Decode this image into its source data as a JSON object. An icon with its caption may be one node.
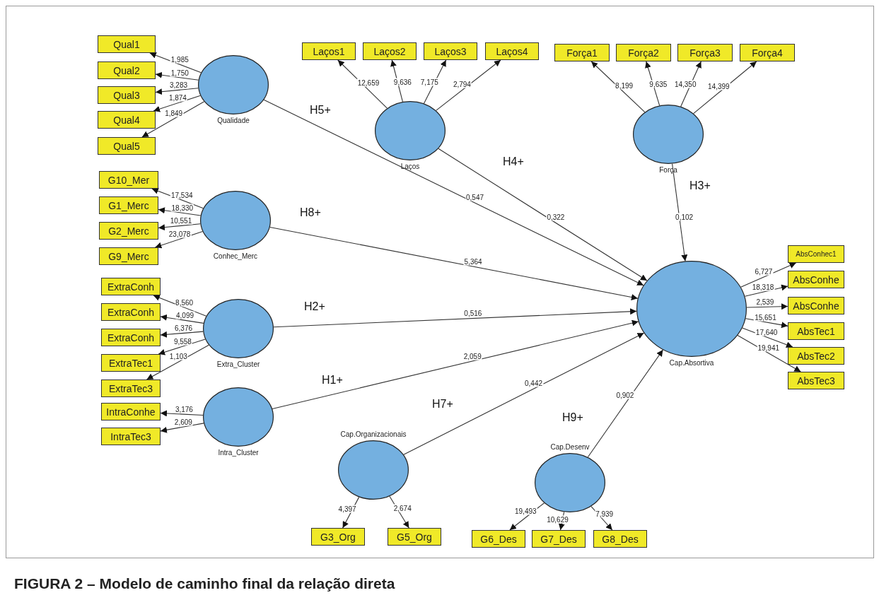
{
  "diagram": {
    "caption": "FIGURA 2 – Modelo de caminho final da relação direta",
    "nodes": [
      {
        "text": [
          "Qual1"
        ]
      },
      {
        "text": [
          "Qual2"
        ]
      },
      {
        "text": [
          "Qual3"
        ]
      },
      {
        "text": [
          "Qual4"
        ]
      },
      {
        "text": [
          "Qual5"
        ]
      },
      {
        "text": [
          "Qualidade"
        ]
      },
      {
        "text": [
          "Laços1"
        ]
      },
      {
        "text": [
          "Laços2"
        ]
      },
      {
        "text": [
          "Laços3"
        ]
      },
      {
        "text": [
          "Laços4"
        ]
      },
      {
        "text": [
          "Laços"
        ]
      },
      {
        "text": [
          "Força1"
        ]
      },
      {
        "text": [
          "Força2"
        ]
      },
      {
        "text": [
          "Força3"
        ]
      },
      {
        "text": [
          "Força4"
        ]
      },
      {
        "text": [
          "Força"
        ]
      },
      {
        "text": [
          "G10_Mer"
        ]
      },
      {
        "text": [
          "G1_Merc"
        ]
      },
      {
        "text": [
          "G2_Merc"
        ]
      },
      {
        "text": [
          "G9_Merc"
        ]
      },
      {
        "text": [
          "Conhec_Merc"
        ]
      },
      {
        "text": [
          "ExtraConh"
        ]
      },
      {
        "text": [
          "ExtraConh"
        ]
      },
      {
        "text": [
          "ExtraConh"
        ]
      },
      {
        "text": [
          "ExtraTec1"
        ]
      },
      {
        "text": [
          "ExtraTec3"
        ]
      },
      {
        "text": [
          "Extra_Cluster"
        ]
      },
      {
        "text": [
          "IntraConhe"
        ]
      },
      {
        "text": [
          "IntraTec3"
        ]
      },
      {
        "text": [
          "Intra_Cluster"
        ]
      },
      {
        "text": [
          "Cap.Absortiva"
        ]
      },
      {
        "text": [
          "AbsConhec1"
        ]
      },
      {
        "text": [
          "AbsConhe"
        ]
      },
      {
        "text": [
          "AbsConhe"
        ]
      },
      {
        "text": [
          "AbsTec1"
        ]
      },
      {
        "text": [
          "AbsTec2"
        ]
      },
      {
        "text": [
          "AbsTec3"
        ]
      },
      {
        "text": [
          "Cap.Organizacionais"
        ]
      },
      {
        "text": [
          "G3_Org"
        ]
      },
      {
        "text": [
          "G5_Org"
        ]
      },
      {
        "text": [
          "Cap.Desenv"
        ]
      },
      {
        "text": [
          "G6_Des"
        ]
      },
      {
        "text": [
          "G7_Des"
        ]
      },
      {
        "text": [
          "G8_Des"
        ]
      }
    ],
    "edges": [
      {
        "from": 5,
        "to": 0,
        "arrow": "to",
        "label": "1,985"
      },
      {
        "from": 5,
        "to": 1,
        "arrow": "to",
        "label": "1,750"
      },
      {
        "from": 5,
        "to": 2,
        "arrow": "to",
        "label": "3,283"
      },
      {
        "from": 5,
        "to": 3,
        "arrow": "to",
        "label": "1,874"
      },
      {
        "from": 5,
        "to": 4,
        "arrow": "to",
        "label": "1,849"
      },
      {
        "from": 10,
        "to": 6,
        "arrow": "to",
        "label": "12,659"
      },
      {
        "from": 10,
        "to": 7,
        "arrow": "to",
        "label": "9,636"
      },
      {
        "from": 10,
        "to": 8,
        "arrow": "to",
        "label": "7,175"
      },
      {
        "from": 10,
        "to": 9,
        "arrow": "to",
        "label": "2,794"
      },
      {
        "from": 15,
        "to": 11,
        "arrow": "to",
        "label": "8,199"
      },
      {
        "from": 15,
        "to": 12,
        "arrow": "to",
        "label": "9,635"
      },
      {
        "from": 15,
        "to": 13,
        "arrow": "to",
        "label": "14,350"
      },
      {
        "from": 15,
        "to": 14,
        "arrow": "to",
        "label": "14,399"
      },
      {
        "from": 20,
        "to": 16,
        "arrow": "to",
        "label": "17,534"
      },
      {
        "from": 20,
        "to": 17,
        "arrow": "to",
        "label": "18,330"
      },
      {
        "from": 20,
        "to": 18,
        "arrow": "to",
        "label": "10,551"
      },
      {
        "from": 20,
        "to": 19,
        "arrow": "to",
        "label": "23,078"
      },
      {
        "from": 26,
        "to": 21,
        "arrow": "to",
        "label": "8,560"
      },
      {
        "from": 26,
        "to": 22,
        "arrow": "to",
        "label": "4,099"
      },
      {
        "from": 26,
        "to": 23,
        "arrow": "to",
        "label": "6,376"
      },
      {
        "from": 26,
        "to": 24,
        "arrow": "to",
        "label": "9,558"
      },
      {
        "from": 26,
        "to": 25,
        "arrow": "to",
        "label": "1,103"
      },
      {
        "from": 29,
        "to": 27,
        "arrow": "to",
        "label": "3,176"
      },
      {
        "from": 29,
        "to": 28,
        "arrow": "to",
        "label": "2,609"
      },
      {
        "from": 5,
        "to": 30,
        "arrow": "to",
        "label": "0,547"
      },
      {
        "from": 10,
        "to": 30,
        "arrow": "to",
        "label": "0,322"
      },
      {
        "from": 15,
        "to": 30,
        "arrow": "to",
        "label": "0,102"
      },
      {
        "from": 20,
        "to": 30,
        "arrow": "to",
        "label": "5,364"
      },
      {
        "from": 26,
        "to": 30,
        "arrow": "to",
        "label": "0,516"
      },
      {
        "from": 29,
        "to": 30,
        "arrow": "to",
        "label": "2,059"
      },
      {
        "from": 37,
        "to": 30,
        "arrow": "to",
        "label": "0,442"
      },
      {
        "from": 40,
        "to": 30,
        "arrow": "to",
        "label": "0,902"
      },
      {
        "from": 30,
        "to": 31,
        "arrow": "to",
        "label": "6,727"
      },
      {
        "from": 30,
        "to": 32,
        "arrow": "to",
        "label": "18,318"
      },
      {
        "from": 30,
        "to": 33,
        "arrow": "to",
        "label": "2,539"
      },
      {
        "from": 30,
        "to": 34,
        "arrow": "to",
        "label": "15,651"
      },
      {
        "from": 30,
        "to": 35,
        "arrow": "to",
        "label": "17,640"
      },
      {
        "from": 30,
        "to": 36,
        "arrow": "to",
        "label": "19,941"
      },
      {
        "from": 37,
        "to": 38,
        "arrow": "to",
        "label": "4,397"
      },
      {
        "from": 37,
        "to": 39,
        "arrow": "to",
        "label": "2,674"
      },
      {
        "from": 40,
        "to": 41,
        "arrow": "to",
        "label": "19,493"
      },
      {
        "from": 40,
        "to": 42,
        "arrow": "to",
        "label": "10,629"
      },
      {
        "from": 40,
        "to": 43,
        "arrow": "to",
        "label": "7,939"
      }
    ],
    "labels": [
      "H5+",
      "H4+",
      "H3+",
      "H8+",
      "H2+",
      "H1+",
      "H7+",
      "H9+"
    ]
  }
}
